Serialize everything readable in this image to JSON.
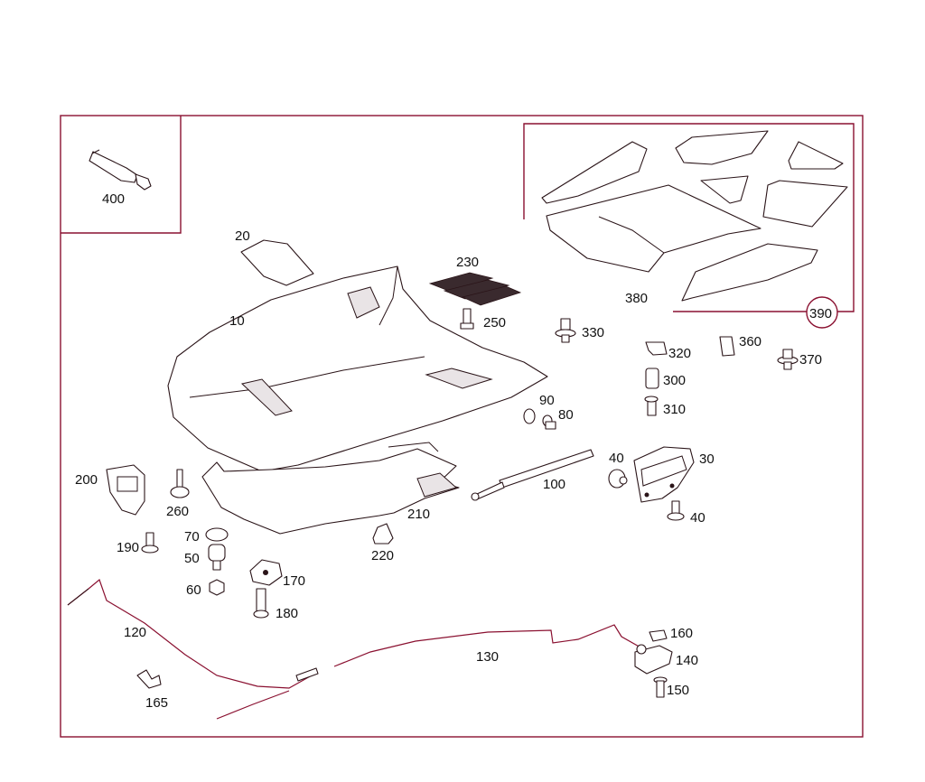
{
  "diagram": {
    "callouts": [
      {
        "id": "400",
        "text": "400"
      },
      {
        "id": "20",
        "text": "20"
      },
      {
        "id": "10",
        "text": "10"
      },
      {
        "id": "230",
        "text": "230"
      },
      {
        "id": "250",
        "text": "250"
      },
      {
        "id": "330",
        "text": "330"
      },
      {
        "id": "380",
        "text": "380"
      },
      {
        "id": "390",
        "text": "390"
      },
      {
        "id": "320",
        "text": "320"
      },
      {
        "id": "360",
        "text": "360"
      },
      {
        "id": "370",
        "text": "370"
      },
      {
        "id": "300",
        "text": "300"
      },
      {
        "id": "310",
        "text": "310"
      },
      {
        "id": "90",
        "text": "90"
      },
      {
        "id": "80",
        "text": "80"
      },
      {
        "id": "40a",
        "text": "40"
      },
      {
        "id": "30",
        "text": "30"
      },
      {
        "id": "40b",
        "text": "40"
      },
      {
        "id": "100",
        "text": "100"
      },
      {
        "id": "200",
        "text": "200"
      },
      {
        "id": "260",
        "text": "260"
      },
      {
        "id": "210",
        "text": "210"
      },
      {
        "id": "70",
        "text": "70"
      },
      {
        "id": "190",
        "text": "190"
      },
      {
        "id": "50",
        "text": "50"
      },
      {
        "id": "220",
        "text": "220"
      },
      {
        "id": "170",
        "text": "170"
      },
      {
        "id": "60",
        "text": "60"
      },
      {
        "id": "180",
        "text": "180"
      },
      {
        "id": "120",
        "text": "120"
      },
      {
        "id": "130",
        "text": "130"
      },
      {
        "id": "160",
        "text": "160"
      },
      {
        "id": "140",
        "text": "140"
      },
      {
        "id": "150",
        "text": "150"
      },
      {
        "id": "165",
        "text": "165"
      }
    ]
  }
}
